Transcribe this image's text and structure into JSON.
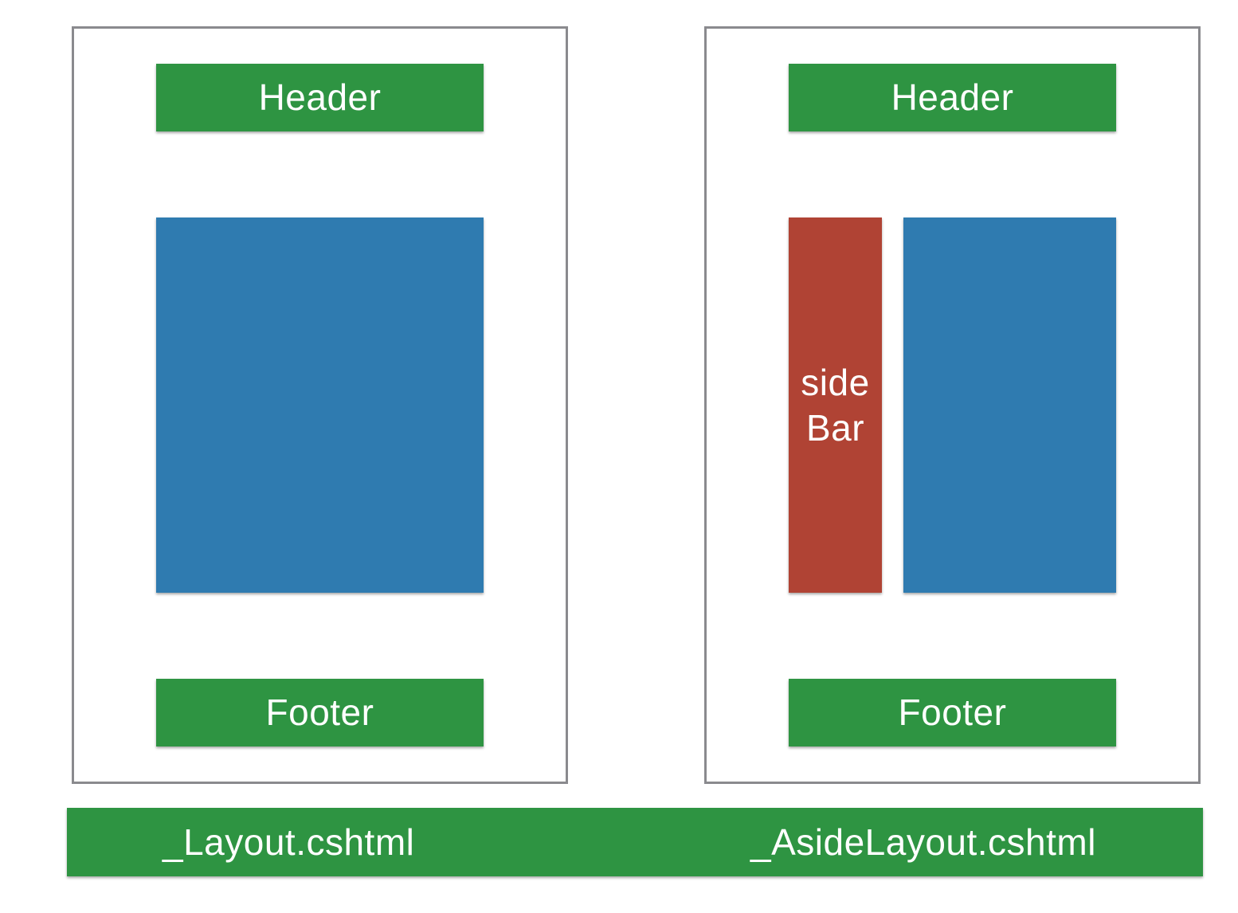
{
  "left_layout": {
    "header_label": "Header",
    "footer_label": "Footer"
  },
  "right_layout": {
    "header_label": "Header",
    "sidebar_label": "side\nBar",
    "footer_label": "Footer"
  },
  "bottom_bar": {
    "left_label": "_Layout.cshtml",
    "right_label": "_AsideLayout.cshtml"
  },
  "colors": {
    "header_footer": "#2e9442",
    "content": "#2f7bb0",
    "sidebar": "#b04334",
    "frame_border": "#8a8a8e"
  }
}
